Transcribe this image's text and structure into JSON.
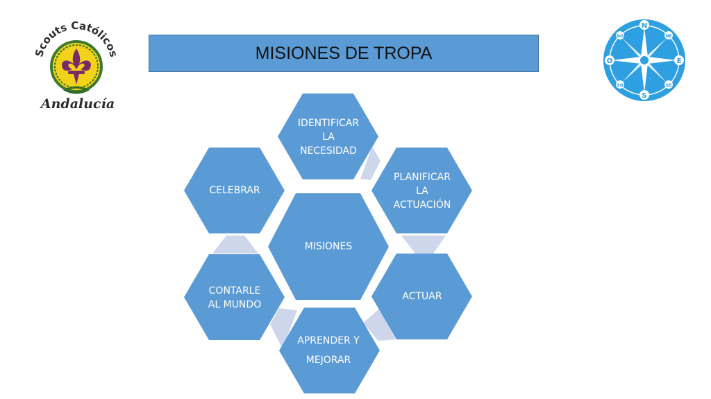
{
  "slide": {
    "title": "MISIONES DE TROPA"
  },
  "left_logo": {
    "arc_text": "Scouts Católicos",
    "bottom_text": "Andalucía"
  },
  "right_logo": {
    "compass_labels": {
      "n": "N",
      "ne": "NE",
      "e": "E",
      "se": "SE",
      "s": "S",
      "so": "SO",
      "o": "O",
      "no": "NO"
    }
  },
  "diagram": {
    "center": "MISIONES",
    "steps": [
      "IDENTIFICAR\nLA\nNECESIDAD",
      "PLANIFICAR\nLA\nACTUACIÓN",
      "ACTUAR",
      "APRENDER Y\nMEJORAR",
      "CONTARLE\nAL MUNDO",
      "CELEBRAR"
    ]
  },
  "colors": {
    "hexagon_fill": "#5b9bd5",
    "connector_fill": "#cdd6ea",
    "title_fill": "#5b9bd5",
    "compass_fill": "#2e9fe0"
  }
}
